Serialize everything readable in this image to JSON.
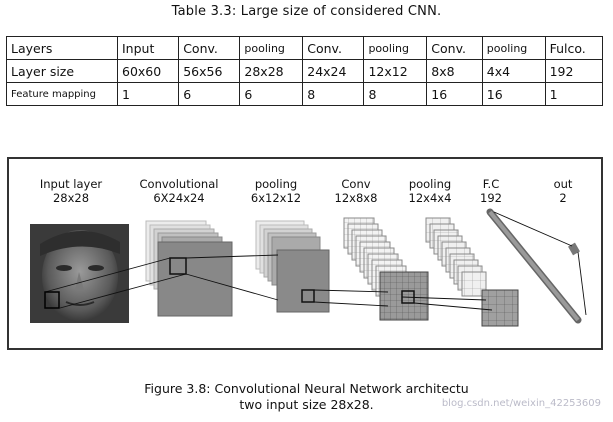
{
  "table_caption": "Table 3.3: Large size of considered CNN.",
  "table": {
    "rows": [
      [
        "Layers",
        "Input",
        "Conv.",
        "pooling",
        "Conv.",
        "pooling",
        "Conv.",
        "pooling",
        "Fulco."
      ],
      [
        "Layer size",
        "60x60",
        "56x56",
        "28x28",
        "24x24",
        "12x12",
        "8x8",
        "4x4",
        "192"
      ],
      [
        "Feature mapping",
        "1",
        "6",
        "6",
        "8",
        "8",
        "16",
        "16",
        "1"
      ]
    ]
  },
  "diagram": {
    "labels": [
      {
        "line1": "Input layer",
        "line2": "28x28"
      },
      {
        "line1": "Convolutional",
        "line2": "6X24x24"
      },
      {
        "line1": "pooling",
        "line2": "6x12x12"
      },
      {
        "line1": "Conv",
        "line2": "12x8x8"
      },
      {
        "line1": "pooling",
        "line2": "12x4x4"
      },
      {
        "line1": "F.C",
        "line2": "192"
      },
      {
        "line1": "out",
        "line2": "2"
      }
    ]
  },
  "figure_caption": {
    "line1": "Figure 3.8: Convolutional Neural Network architectu",
    "line2": "two input size 28x28."
  },
  "watermark": "blog.csdn.net/weixin_42253609"
}
